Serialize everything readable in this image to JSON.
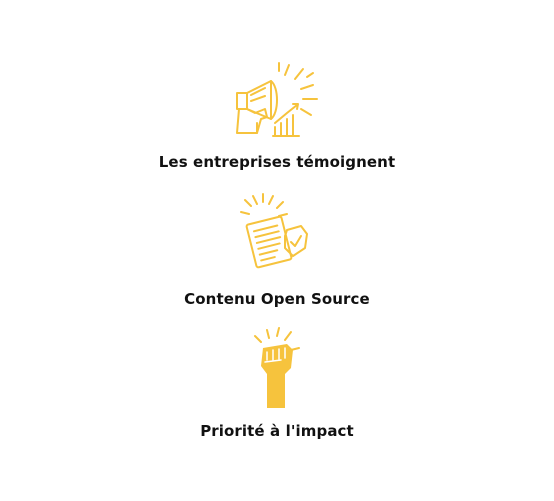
{
  "features": [
    {
      "label": "Les entreprises témoignent",
      "icon": "megaphone-growth-icon"
    },
    {
      "label": "Contenu Open Source",
      "icon": "document-badge-icon"
    },
    {
      "label": "Priorité à l'impact",
      "icon": "raised-fist-icon"
    }
  ],
  "colors": {
    "accent": "#F6C33D",
    "text": "#111111",
    "background": "#FFFFFF"
  }
}
